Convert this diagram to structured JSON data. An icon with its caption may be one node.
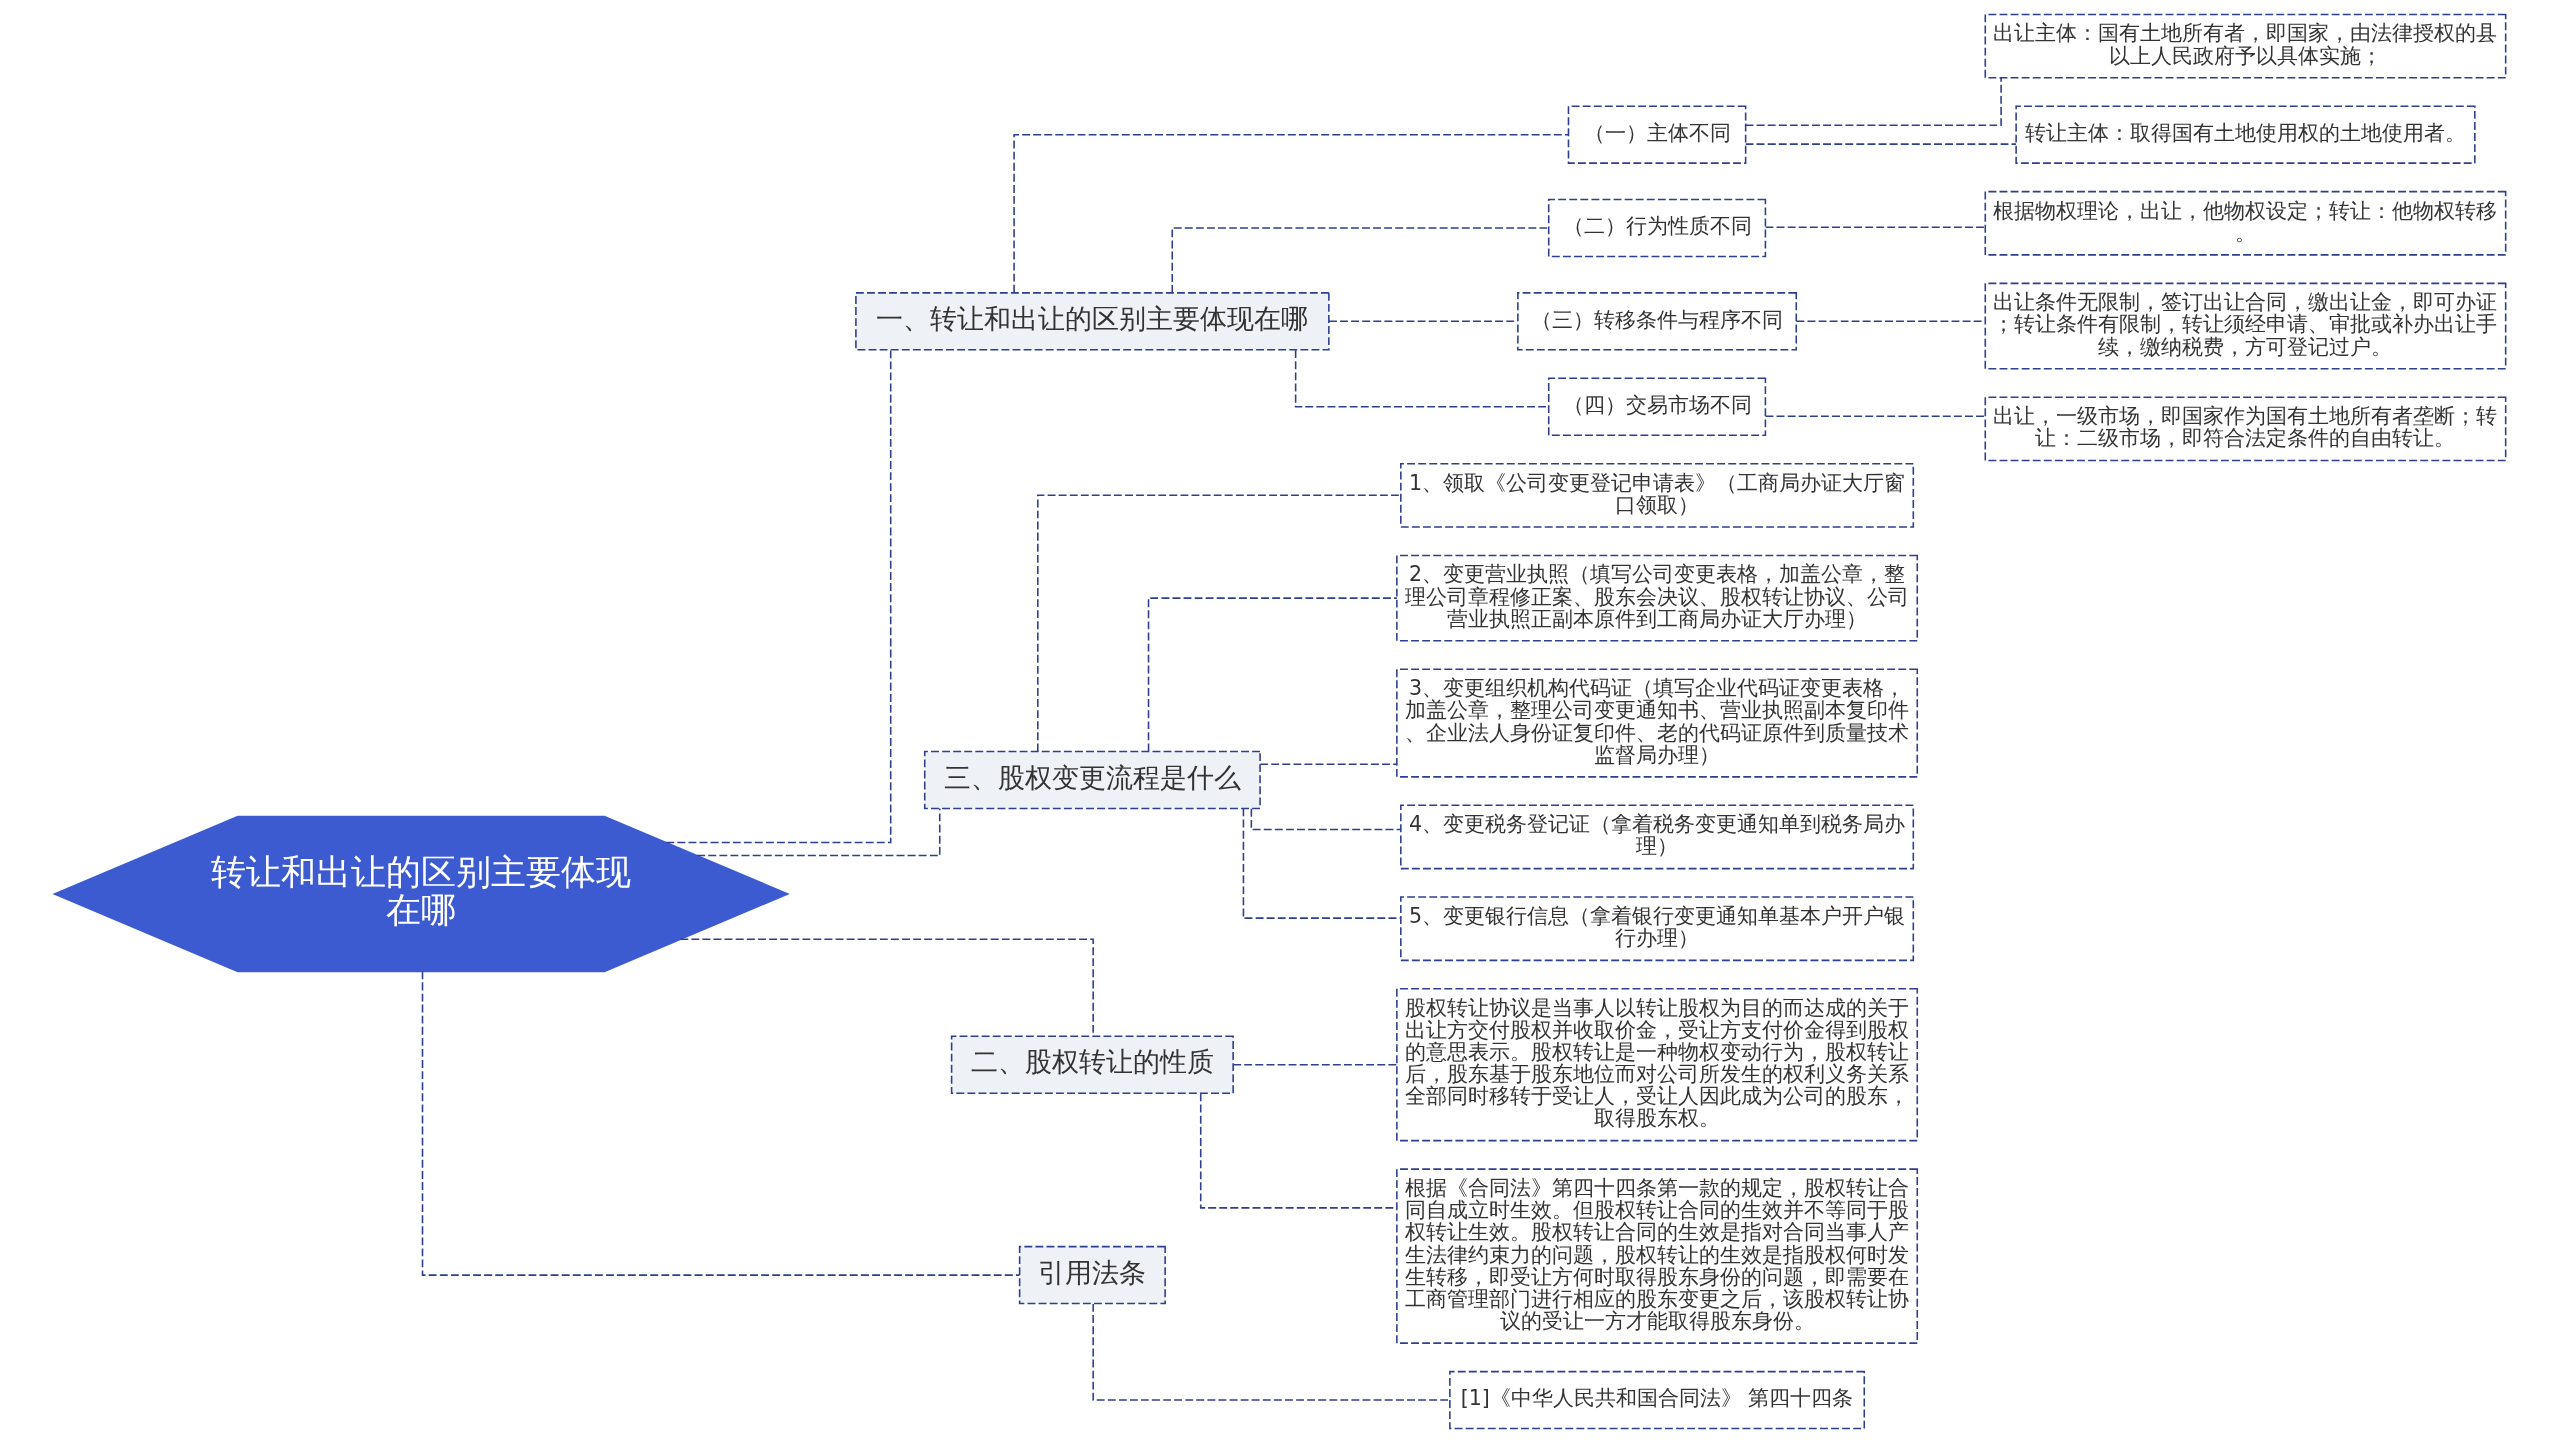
{
  "diagram": {
    "nodes": [
      {
        "text": [
          "转让和出让的区别主要体现在哪"
        ]
      },
      {
        "text": [
          "一、转让和出让的区别主要体现在哪"
        ]
      },
      {
        "text": [
          "（一）主体不同"
        ]
      },
      {
        "text": [
          "出让主体：国有土地所有者，即国家，由法律授权的县以上人民政府予以具体实施；"
        ]
      },
      {
        "text": [
          "转让主体：取得国有土地使用权的土地使用者。"
        ]
      },
      {
        "text": [
          "（二）行为性质不同"
        ]
      },
      {
        "text": [
          "根据物权理论，出让，他物权设定；转让：他物权转移。"
        ]
      },
      {
        "text": [
          "（三）转移条件与程序不同"
        ]
      },
      {
        "text": [
          "出让条件无限制，签订出让合同，缴出让金，即可办证；转让条件有限制，转让须经申请、审批或补办出让手续，缴纳税费，方可登记过户。"
        ]
      },
      {
        "text": [
          "（四）交易市场不同"
        ]
      },
      {
        "text": [
          "出让，一级市场，即国家作为国有土地所有者垄断；转让：二级市场，即符合法定条件的自由转让。"
        ]
      },
      {
        "text": [
          "三、股权变更流程是什么"
        ]
      },
      {
        "text": [
          "1、领取《公司变更登记申请表》（工商局办证大厅窗口领取）"
        ]
      },
      {
        "text": [
          "2、变更营业执照（填写公司变更表格，加盖公章，整理公司章程修正案、股东会决议、股权转让协议、公司营业执照正副本原件到工商局办证大厅办理）"
        ]
      },
      {
        "text": [
          "3、变更组织机构代码证（填写企业代码证变更表格，加盖公章，整理公司变更通知书、营业执照副本复印件、企业法人身份证复印件、老的代码证原件到质量技术监督局办理）"
        ]
      },
      {
        "text": [
          "4、变更税务登记证（拿着税务变更通知单到税务局办理）"
        ]
      },
      {
        "text": [
          "5、变更银行信息（拿着银行变更通知单基本户开户银行办理）"
        ]
      },
      {
        "text": [
          "二、股权转让的性质"
        ]
      },
      {
        "text": [
          "股权转让协议是当事人以转让股权为目的而达成的关于出让方交付股权并收取价金，受让方支付价金得到股权的意思表示。股权转让是一种物权变动行为，股权转让后，股东基于股东地位而对公司所发生的权利义务关系全部同时移转于受让人，受让人因此成为公司的股东，取得股东权。"
        ]
      },
      {
        "text": [
          "根据《合同法》第四十四条第一款的规定，股权转让合同自成立时生效。但股权转让合同的生效并不等同于股权转让生效。股权转让合同的生效是指对合同当事人产生法律约束力的问题，股权转让的生效是指股权何时发生转移，即受让方何时取得股东身份的问题，即需要在工商管理部门进行相应的股东变更之后，该股权转让协议的受让一方才能取得股东身份。"
        ]
      },
      {
        "text": [
          "引用法条"
        ]
      },
      {
        "text": [
          "[1]《中华人民共和国合同法》 第四十四条"
        ]
      }
    ],
    "edges": [
      {
        "from": 0,
        "to": 1,
        "arrow": "none",
        "style": "dashed"
      },
      {
        "from": 1,
        "to": 2,
        "arrow": "none",
        "style": "dashed"
      },
      {
        "from": 2,
        "to": 3,
        "arrow": "none",
        "style": "dashed"
      },
      {
        "from": 2,
        "to": 4,
        "arrow": "none",
        "style": "dashed"
      },
      {
        "from": 1,
        "to": 5,
        "arrow": "none",
        "style": "dashed"
      },
      {
        "from": 5,
        "to": 6,
        "arrow": "none",
        "style": "dashed"
      },
      {
        "from": 1,
        "to": 7,
        "arrow": "none",
        "style": "dashed"
      },
      {
        "from": 7,
        "to": 8,
        "arrow": "none",
        "style": "dashed"
      },
      {
        "from": 1,
        "to": 9,
        "arrow": "none",
        "style": "dashed"
      },
      {
        "from": 9,
        "to": 10,
        "arrow": "none",
        "style": "dashed"
      },
      {
        "from": 0,
        "to": 11,
        "arrow": "none",
        "style": "dashed"
      },
      {
        "from": 11,
        "to": 12,
        "arrow": "none",
        "style": "dashed"
      },
      {
        "from": 11,
        "to": 13,
        "arrow": "none",
        "style": "dashed"
      },
      {
        "from": 11,
        "to": 14,
        "arrow": "none",
        "style": "dashed"
      },
      {
        "from": 11,
        "to": 15,
        "arrow": "none",
        "style": "dashed"
      },
      {
        "from": 11,
        "to": 16,
        "arrow": "none",
        "style": "dashed"
      },
      {
        "from": 0,
        "to": 17,
        "arrow": "none",
        "style": "dashed"
      },
      {
        "from": 17,
        "to": 18,
        "arrow": "none",
        "style": "dashed"
      },
      {
        "from": 17,
        "to": 19,
        "arrow": "none",
        "style": "dashed"
      },
      {
        "from": 0,
        "to": 20,
        "arrow": "none",
        "style": "dashed"
      },
      {
        "from": 20,
        "to": 21,
        "arrow": "none",
        "style": "dashed"
      }
    ]
  }
}
